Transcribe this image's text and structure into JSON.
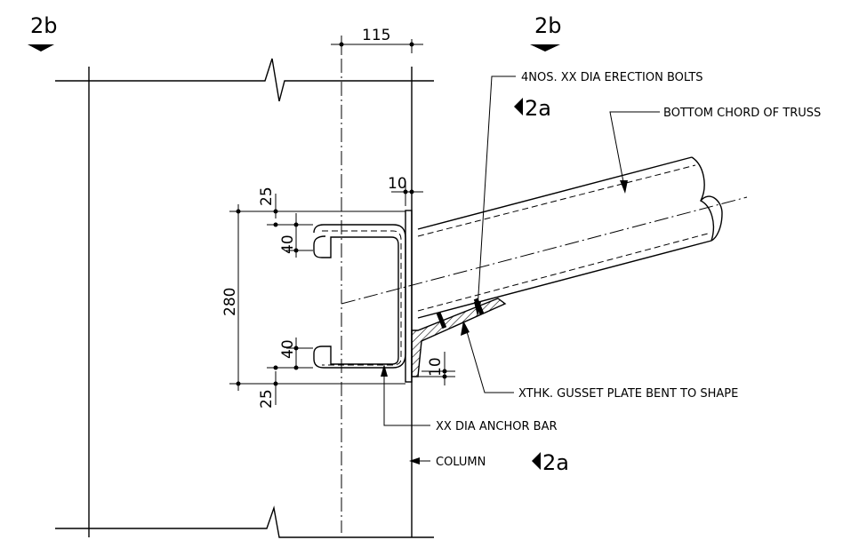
{
  "section_marks": {
    "left": "2b",
    "right": "2b"
  },
  "view_marks": {
    "top": "2a",
    "bottom": "2a"
  },
  "dimensions": {
    "top_width": "115",
    "plate_gap": "10",
    "top_edge": "25",
    "top_bar": "40",
    "height": "280",
    "bottom_bar": "40",
    "bottom_edge": "25",
    "gusset_gap": "10"
  },
  "labels": {
    "erection_bolts": "4NOS. XX DIA ERECTION BOLTS",
    "bottom_chord": "BOTTOM CHORD OF TRUSS",
    "gusset_plate": "XTHK. GUSSET PLATE BENT TO SHAPE",
    "anchor_bar": "XX DIA ANCHOR BAR",
    "column": "COLUMN"
  }
}
